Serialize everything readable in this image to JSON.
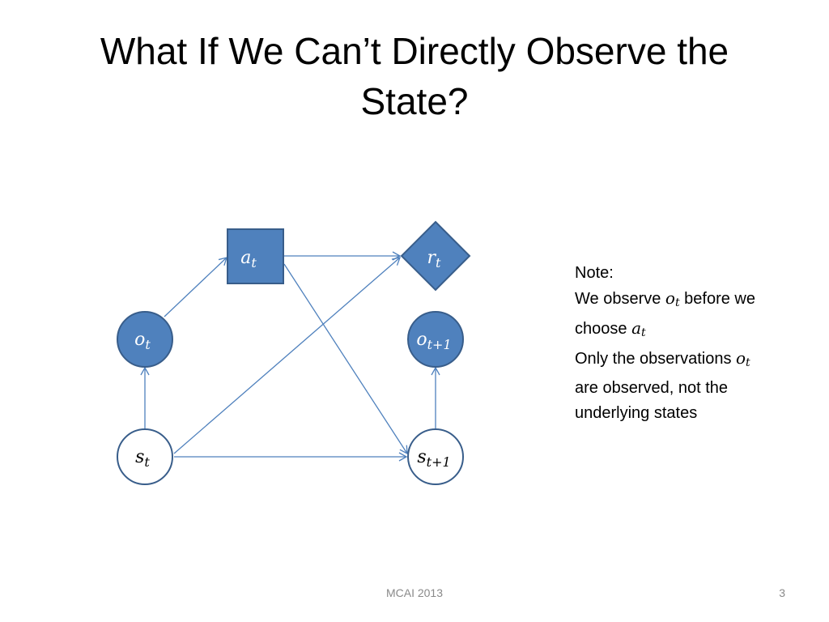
{
  "slide": {
    "title_line1": "What If We Can’t Directly Observe the",
    "title_line2": "State?",
    "footer_center": "MCAI 2013",
    "page_number": "3"
  },
  "colors": {
    "fill": "#4f81bd",
    "stroke": "#385d8a",
    "hidden_fill": "#ffffff",
    "arrow": "#4f81bd",
    "footer_text": "#8a8a8a"
  },
  "nodes": {
    "a_t": {
      "base": "a",
      "sub": "t"
    },
    "r_t": {
      "base": "r",
      "sub": "t"
    },
    "o_t": {
      "base": "o",
      "sub": "t"
    },
    "o_t1": {
      "base": "o",
      "sub": "t+1"
    },
    "s_t": {
      "base": "s",
      "sub": "t"
    },
    "s_t1": {
      "base": "s",
      "sub": "t+1"
    }
  },
  "note": {
    "heading": "Note:",
    "line1_pre": "We observe ",
    "line1_sym_base": "o",
    "line1_sym_sub": "t",
    "line1_post": " before we",
    "line2_pre": "choose ",
    "line2_sym_base": "a",
    "line2_sym_sub": "t",
    "line3_pre": "Only the observations ",
    "line3_sym_base": "o",
    "line3_sym_sub": "t",
    "line4": "are observed, not the",
    "line5": "underlying states"
  }
}
